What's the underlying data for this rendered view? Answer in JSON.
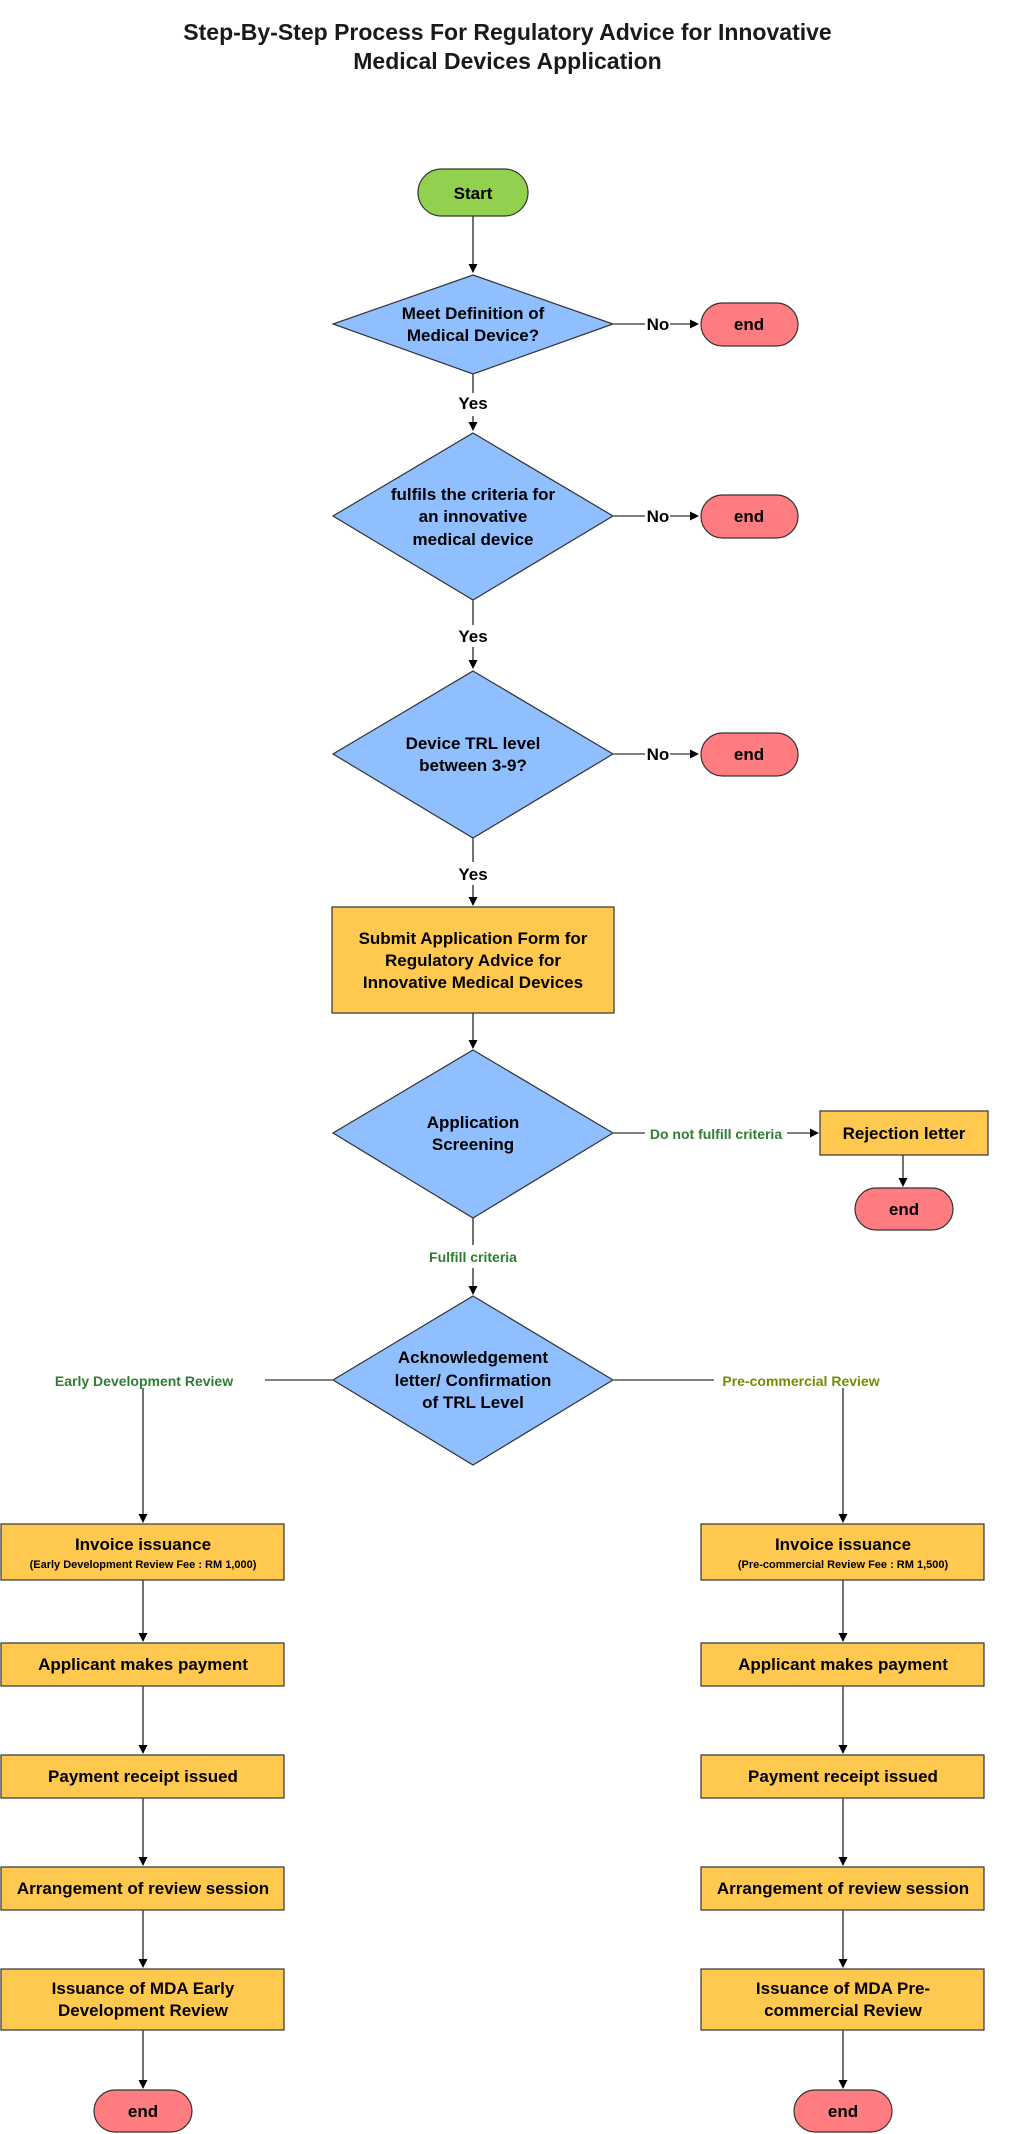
{
  "title": {
    "line1": "Step-By-Step Process For Regulatory Advice for Innovative",
    "line2": "Medical Devices Application"
  },
  "colors": {
    "start": "#92d050",
    "end": "#ff7c80",
    "decision": "#8fbfff",
    "process": "#ffc94f",
    "green_label": "#2e7d32",
    "olive_label": "#6f8f00"
  },
  "nodes": {
    "start": "Start",
    "end_label": "end",
    "d1": [
      "Meet Definition of",
      "Medical Device?"
    ],
    "d2": [
      "fulfils the criteria for",
      "an innovative",
      "medical device"
    ],
    "d3": [
      "Device TRL level",
      "between 3-9?"
    ],
    "submit": [
      "Submit Application Form for",
      "Regulatory Advice for",
      "Innovative Medical Devices"
    ],
    "screening": [
      "Application",
      "Screening"
    ],
    "rejection": "Rejection letter",
    "ack": [
      "Acknowledgement",
      "letter/ Confirmation",
      "of TRL Level"
    ],
    "left": {
      "invoice": "Invoice issuance",
      "invoice_fee": "(Early Development Review Fee : RM 1,000)",
      "payment": "Applicant makes payment",
      "receipt": "Payment receipt issued",
      "arrangement": "Arrangement of review session",
      "issuance": [
        "Issuance of MDA Early",
        "Development Review"
      ]
    },
    "right": {
      "invoice": "Invoice issuance",
      "invoice_fee": "(Pre-commercial Review Fee : RM 1,500)",
      "payment": "Applicant makes payment",
      "receipt": "Payment receipt issued",
      "arrangement": "Arrangement of review session",
      "issuance": [
        "Issuance of MDA Pre-",
        "commercial Review"
      ]
    }
  },
  "labels": {
    "yes": "Yes",
    "no": "No",
    "not_fulfill": "Do not fulfill criteria",
    "fulfill": "Fulfill criteria",
    "early": "Early Development Review",
    "precommercial": "Pre-commercial Review"
  }
}
